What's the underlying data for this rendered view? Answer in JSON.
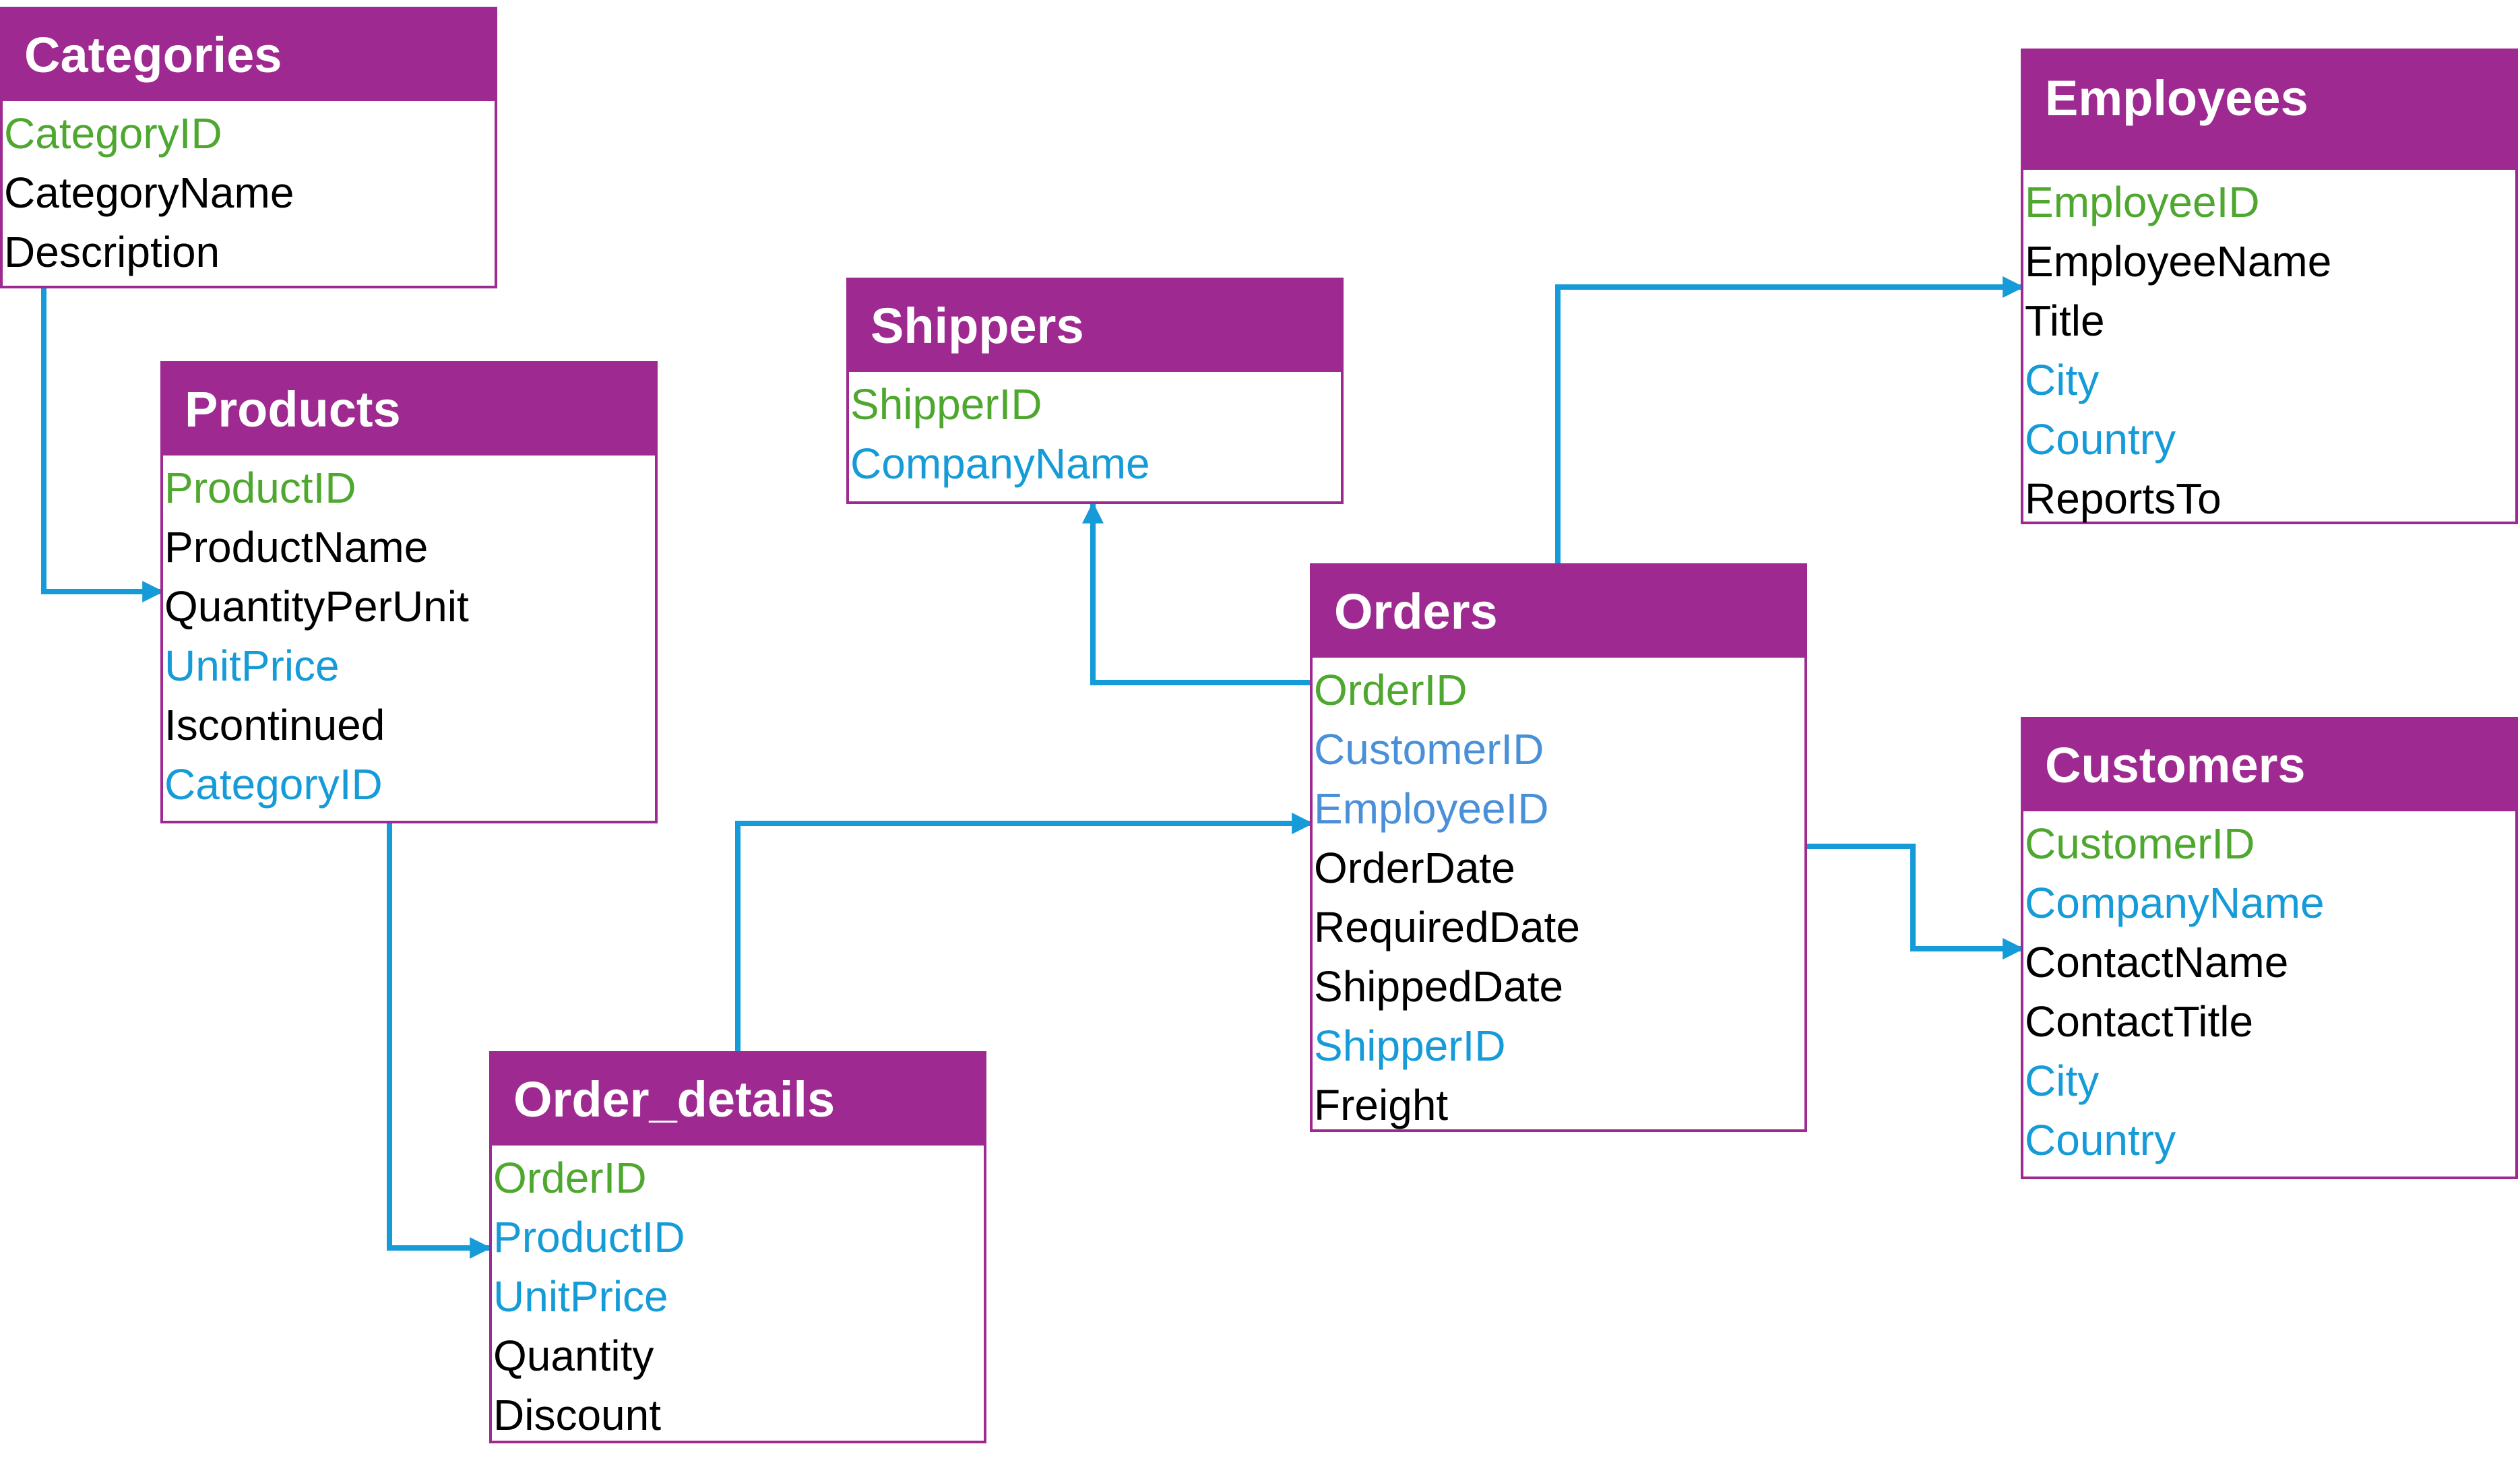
{
  "colors": {
    "border": "#9e2a91",
    "header_bg": "#9e2a91",
    "header_text": "#ffffff",
    "primary_key": "#4ea72e",
    "foreign_key": "#159bd7",
    "foreign_key_alt": "#4a90d9",
    "connector": "#159bd7",
    "plain": "#000000"
  },
  "tables": {
    "categories": {
      "title": "Categories",
      "fields": [
        {
          "name": "CategoryID",
          "role": "pk"
        },
        {
          "name": "CategoryName",
          "role": "plain"
        },
        {
          "name": "Description",
          "role": "plain"
        }
      ]
    },
    "products": {
      "title": "Products",
      "fields": [
        {
          "name": "ProductID",
          "role": "pk"
        },
        {
          "name": "ProductName",
          "role": "plain"
        },
        {
          "name": "QuantityPerUnit",
          "role": "plain"
        },
        {
          "name": "UnitPrice",
          "role": "fk"
        },
        {
          "name": "Iscontinued",
          "role": "plain"
        },
        {
          "name": "CategoryID",
          "role": "fk"
        }
      ]
    },
    "shippers": {
      "title": "Shippers",
      "fields": [
        {
          "name": "ShipperID",
          "role": "pk"
        },
        {
          "name": "CompanyName",
          "role": "fk"
        }
      ]
    },
    "employees": {
      "title": "Employees",
      "fields": [
        {
          "name": "EmployeeID",
          "role": "pk"
        },
        {
          "name": "EmployeeName",
          "role": "plain"
        },
        {
          "name": "Title",
          "role": "plain"
        },
        {
          "name": "City",
          "role": "fk"
        },
        {
          "name": "Country",
          "role": "fk"
        },
        {
          "name": "ReportsTo",
          "role": "plain"
        }
      ]
    },
    "orders": {
      "title": "Orders",
      "fields": [
        {
          "name": "OrderID",
          "role": "pk"
        },
        {
          "name": "CustomerID",
          "role": "fk2"
        },
        {
          "name": "EmployeeID",
          "role": "fk2"
        },
        {
          "name": "OrderDate",
          "role": "plain"
        },
        {
          "name": "RequiredDate",
          "role": "plain"
        },
        {
          "name": "ShippedDate",
          "role": "plain"
        },
        {
          "name": "ShipperID",
          "role": "fk"
        },
        {
          "name": "Freight",
          "role": "plain"
        }
      ]
    },
    "customers": {
      "title": "Customers",
      "fields": [
        {
          "name": "CustomerID",
          "role": "pk"
        },
        {
          "name": "CompanyName",
          "role": "fk"
        },
        {
          "name": "ContactName",
          "role": "plain"
        },
        {
          "name": "ContactTitle",
          "role": "plain"
        },
        {
          "name": "City",
          "role": "fk"
        },
        {
          "name": "Country",
          "role": "fk"
        }
      ]
    },
    "order_details": {
      "title": "Order_details",
      "fields": [
        {
          "name": "OrderID",
          "role": "pk"
        },
        {
          "name": "ProductID",
          "role": "fk"
        },
        {
          "name": "UnitPrice",
          "role": "fk"
        },
        {
          "name": "Quantity",
          "role": "plain"
        },
        {
          "name": "Discount",
          "role": "plain"
        }
      ]
    }
  },
  "relationships": [
    {
      "from": "categories",
      "to": "products"
    },
    {
      "from": "products",
      "to": "order_details"
    },
    {
      "from": "order_details",
      "to": "orders"
    },
    {
      "from": "orders",
      "to": "shippers"
    },
    {
      "from": "orders",
      "to": "employees"
    },
    {
      "from": "orders",
      "to": "customers"
    }
  ]
}
